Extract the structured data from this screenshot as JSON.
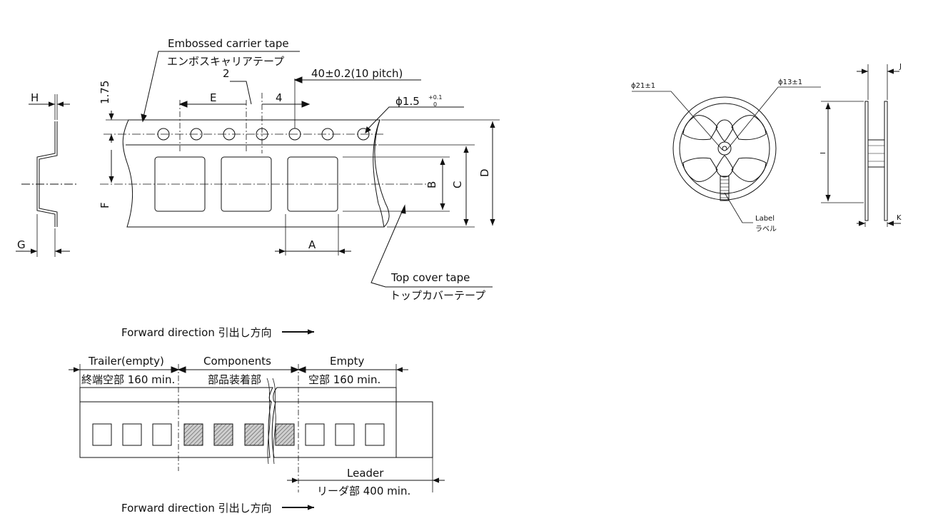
{
  "tape": {
    "title_en": "Embossed carrier tape",
    "title_jp": "エンボスキャリアテープ",
    "dim_2": "2",
    "dim_175": "1.75",
    "dim_E": "E",
    "dim_4": "4",
    "dim_pitch": "40±0.2(10 pitch)",
    "dim_hole_base": "ϕ1.5",
    "dim_hole_tol_plus": "+0.1",
    "dim_hole_tol_minus": "0",
    "dim_A": "A",
    "dim_B": "B",
    "dim_C": "C",
    "dim_D": "D",
    "dim_F": "F",
    "dim_H": "H",
    "dim_G": "G",
    "cover_en": "Top cover tape",
    "cover_jp": "トップカバーテープ"
  },
  "reel": {
    "dim_21": "ϕ21±1",
    "dim_13": "ϕ13±1",
    "label_en": "Label",
    "label_jp": "ラベル",
    "dim_I": "I",
    "dim_J": "J",
    "dim_K": "K"
  },
  "layout_diagram": {
    "forward_direction": "Forward direction 引出し方向",
    "trailer_en": "Trailer(empty)",
    "trailer_jp": "終端空部 160 min.",
    "components_en": "Components",
    "components_jp": "部品装着部",
    "empty_en": "Empty",
    "empty_jp": "空部 160 min.",
    "leader_en": "Leader",
    "leader_jp": "リーダ部 400 min."
  }
}
